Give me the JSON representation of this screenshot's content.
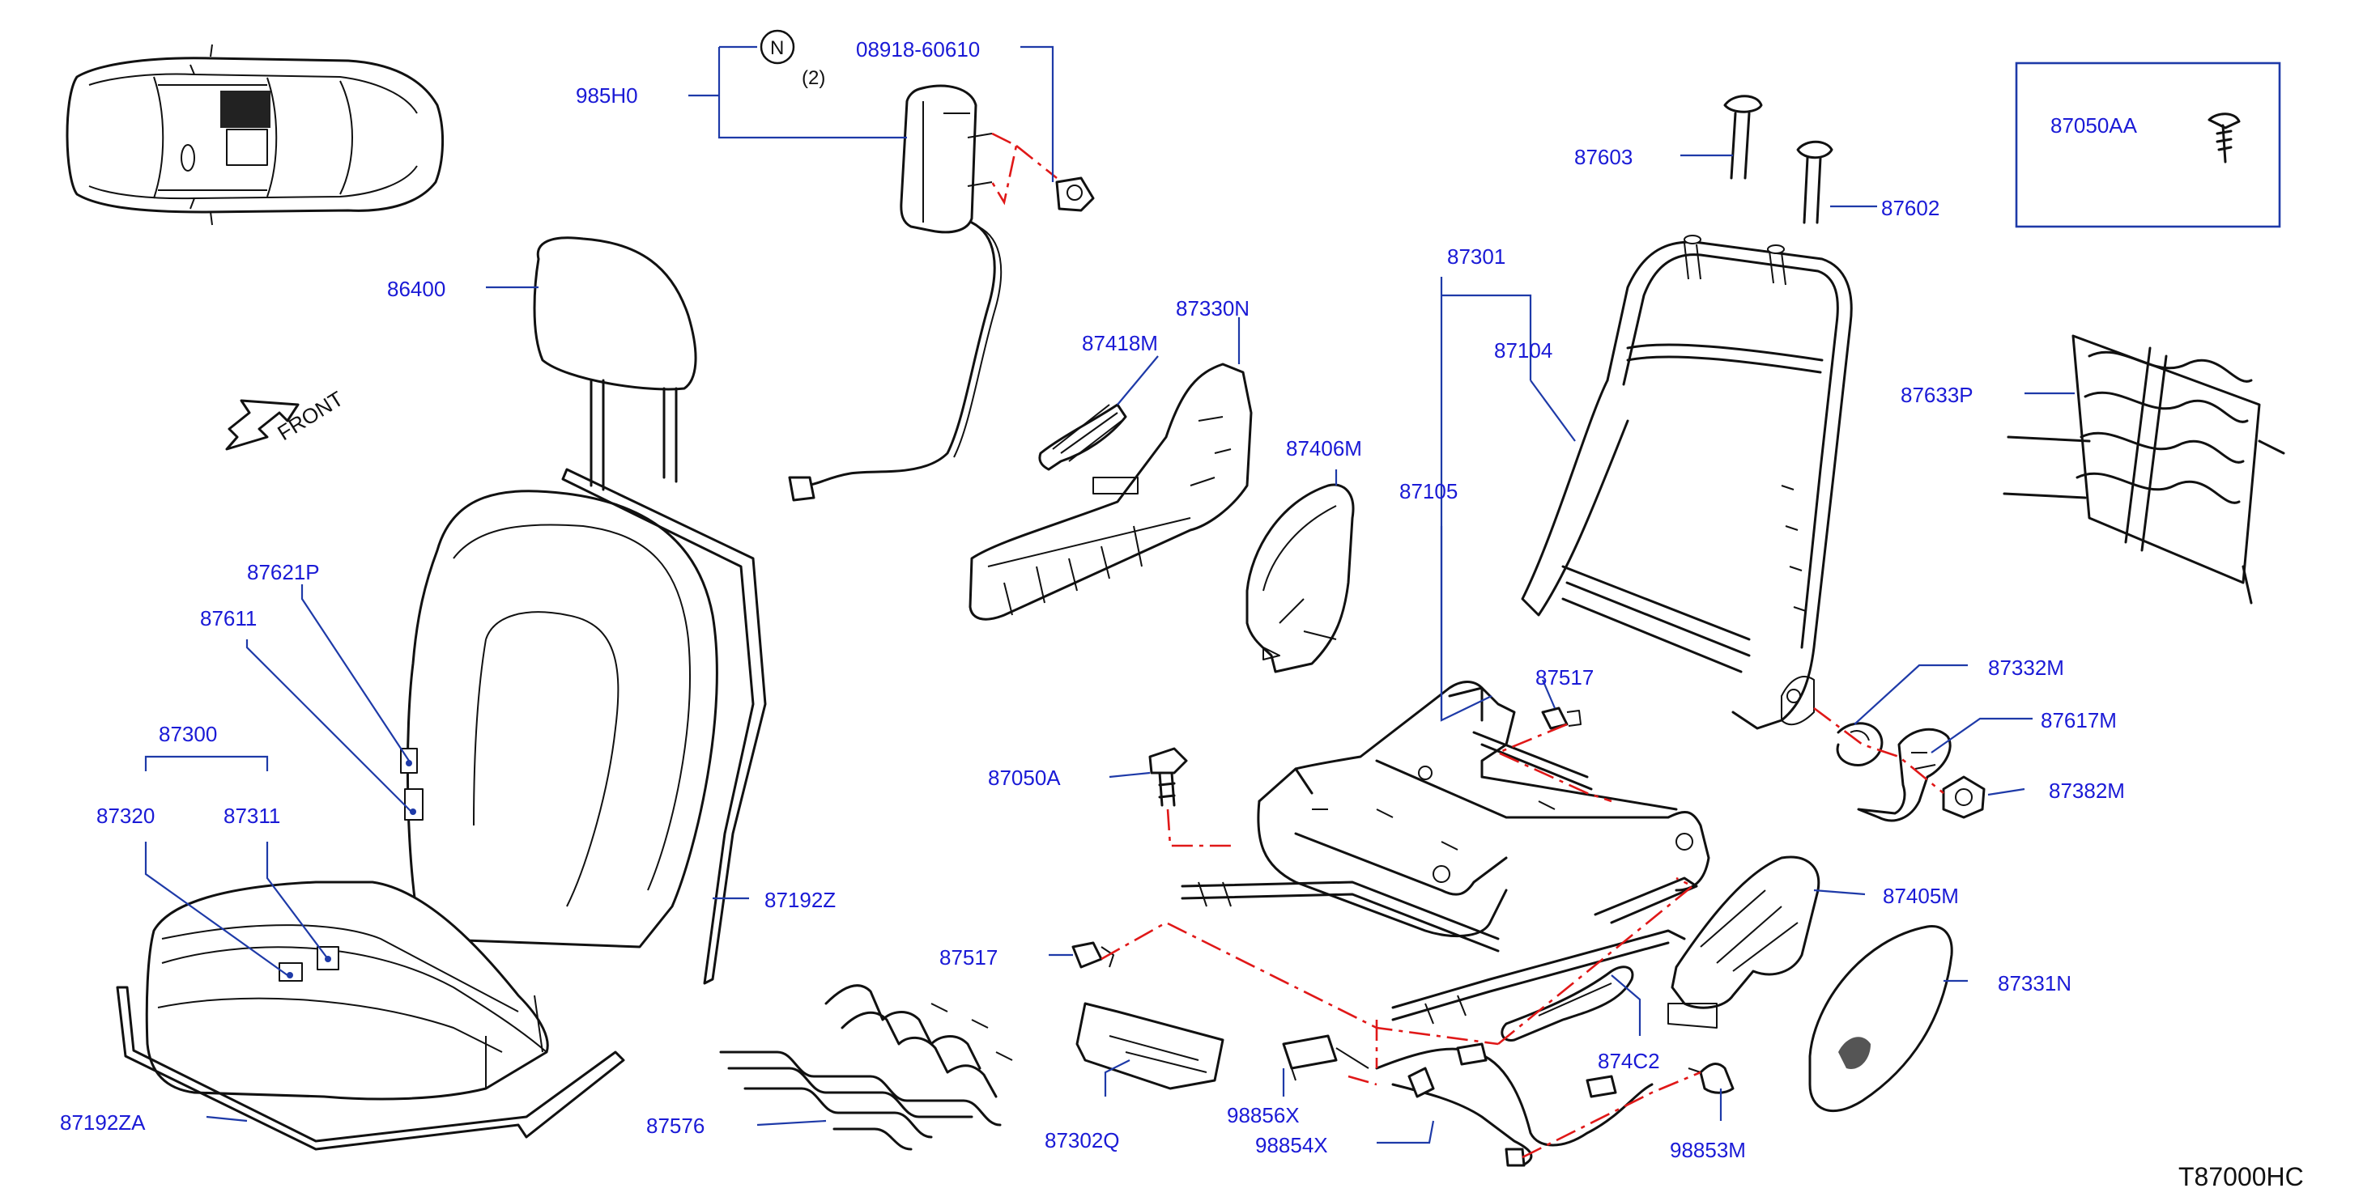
{
  "diagram": {
    "code": "T87000HC",
    "front_label": "FRONT",
    "note_symbol": "N",
    "note_qty": "(2)",
    "parts": {
      "p985H0": "985H0",
      "p08918": "08918-60610",
      "p86400": "86400",
      "p87621P": "87621P",
      "p87611": "87611",
      "p87300": "87300",
      "p87320": "87320",
      "p87311": "87311",
      "p87192Z": "87192Z",
      "p87192ZA": "87192ZA",
      "p87576": "87576",
      "p87418M": "87418M",
      "p87330N": "87330N",
      "p87406M": "87406M",
      "p87050A": "87050A",
      "p87517a": "87517",
      "p87517b": "87517",
      "p87302Q": "87302Q",
      "p98856X": "98856X",
      "p98854X": "98854X",
      "p874C2": "874C2",
      "p98853M": "98853M",
      "p87301": "87301",
      "p87104": "87104",
      "p87105": "87105",
      "p87603": "87603",
      "p87602": "87602",
      "p87050AA": "87050AA",
      "p87633P": "87633P",
      "p87332M": "87332M",
      "p87617M": "87617M",
      "p87382M": "87382M",
      "p87405M": "87405M",
      "p87331N": "87331N"
    }
  }
}
